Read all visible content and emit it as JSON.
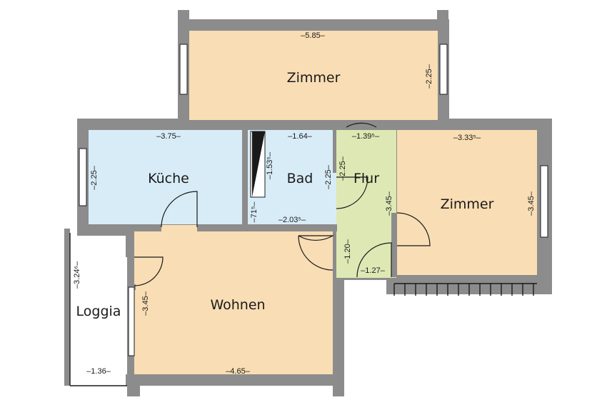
{
  "colors": {
    "wall": "#8c8c8c",
    "living_rooms": "#f9ddb4",
    "kitchen_bath": "#d8ecf7",
    "hallway": "#dde8b4",
    "loggia": "#ffffff"
  },
  "rooms": {
    "zimmer_top": "Zimmer",
    "zimmer_right": "Zimmer",
    "kueche": "Küche",
    "bad": "Bad",
    "flur": "Flur",
    "wohnen": "Wohnen",
    "loggia": "Loggia"
  },
  "dimensions": {
    "zimmer_top_width": "–5.85–",
    "zimmer_top_depth": "–2.25–",
    "kueche_width": "–3.75–",
    "kueche_depth": "–2.25–",
    "bad_width_top": "–1.64–",
    "bad_depth": "–1.53⁵–",
    "bad_niche": "–71⁵–",
    "bad_width_bottom": "–2.03⁵–",
    "bad_flur_depth": "–2.25–",
    "flur_depth": "–2.25–",
    "flur_width": "–1.39⁵–",
    "flur_lower_depth": "–1.20–",
    "flur_lower_width": "–1.27–",
    "zimmer_right_width": "–3.33⁵–",
    "zimmer_right_depth_left": "–3.45–",
    "zimmer_right_depth_right": "–3.45–",
    "loggia_depth": "–3.24⁶–",
    "loggia_width": "–1.36–",
    "wohnen_depth": "–3.45–",
    "wohnen_width": "–4.65–"
  }
}
